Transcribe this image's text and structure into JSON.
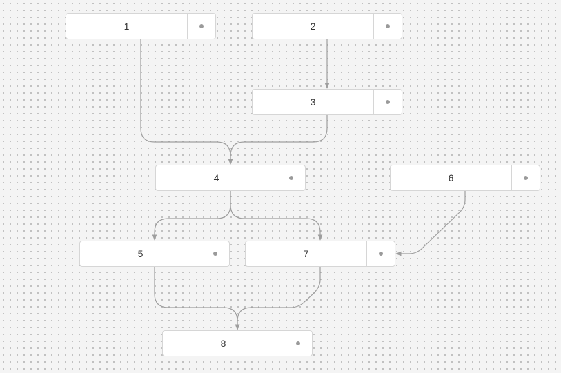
{
  "nodes": [
    {
      "id": "n1",
      "label": "1"
    },
    {
      "id": "n2",
      "label": "2"
    },
    {
      "id": "n3",
      "label": "3"
    },
    {
      "id": "n4",
      "label": "4"
    },
    {
      "id": "n5",
      "label": "5"
    },
    {
      "id": "n6",
      "label": "6"
    },
    {
      "id": "n7",
      "label": "7"
    },
    {
      "id": "n8",
      "label": "8"
    }
  ],
  "edges": [
    {
      "from": "1",
      "to": "4"
    },
    {
      "from": "2",
      "to": "3"
    },
    {
      "from": "3",
      "to": "4"
    },
    {
      "from": "4",
      "to": "5"
    },
    {
      "from": "4",
      "to": "7"
    },
    {
      "from": "6",
      "to": "7"
    },
    {
      "from": "5",
      "to": "8"
    },
    {
      "from": "7",
      "to": "8"
    }
  ],
  "colors": {
    "edge": "#9e9e9e",
    "node_border": "#d6d6d6",
    "handle_dot": "#9a9a9a",
    "canvas_bg": "#f4f4f4"
  }
}
